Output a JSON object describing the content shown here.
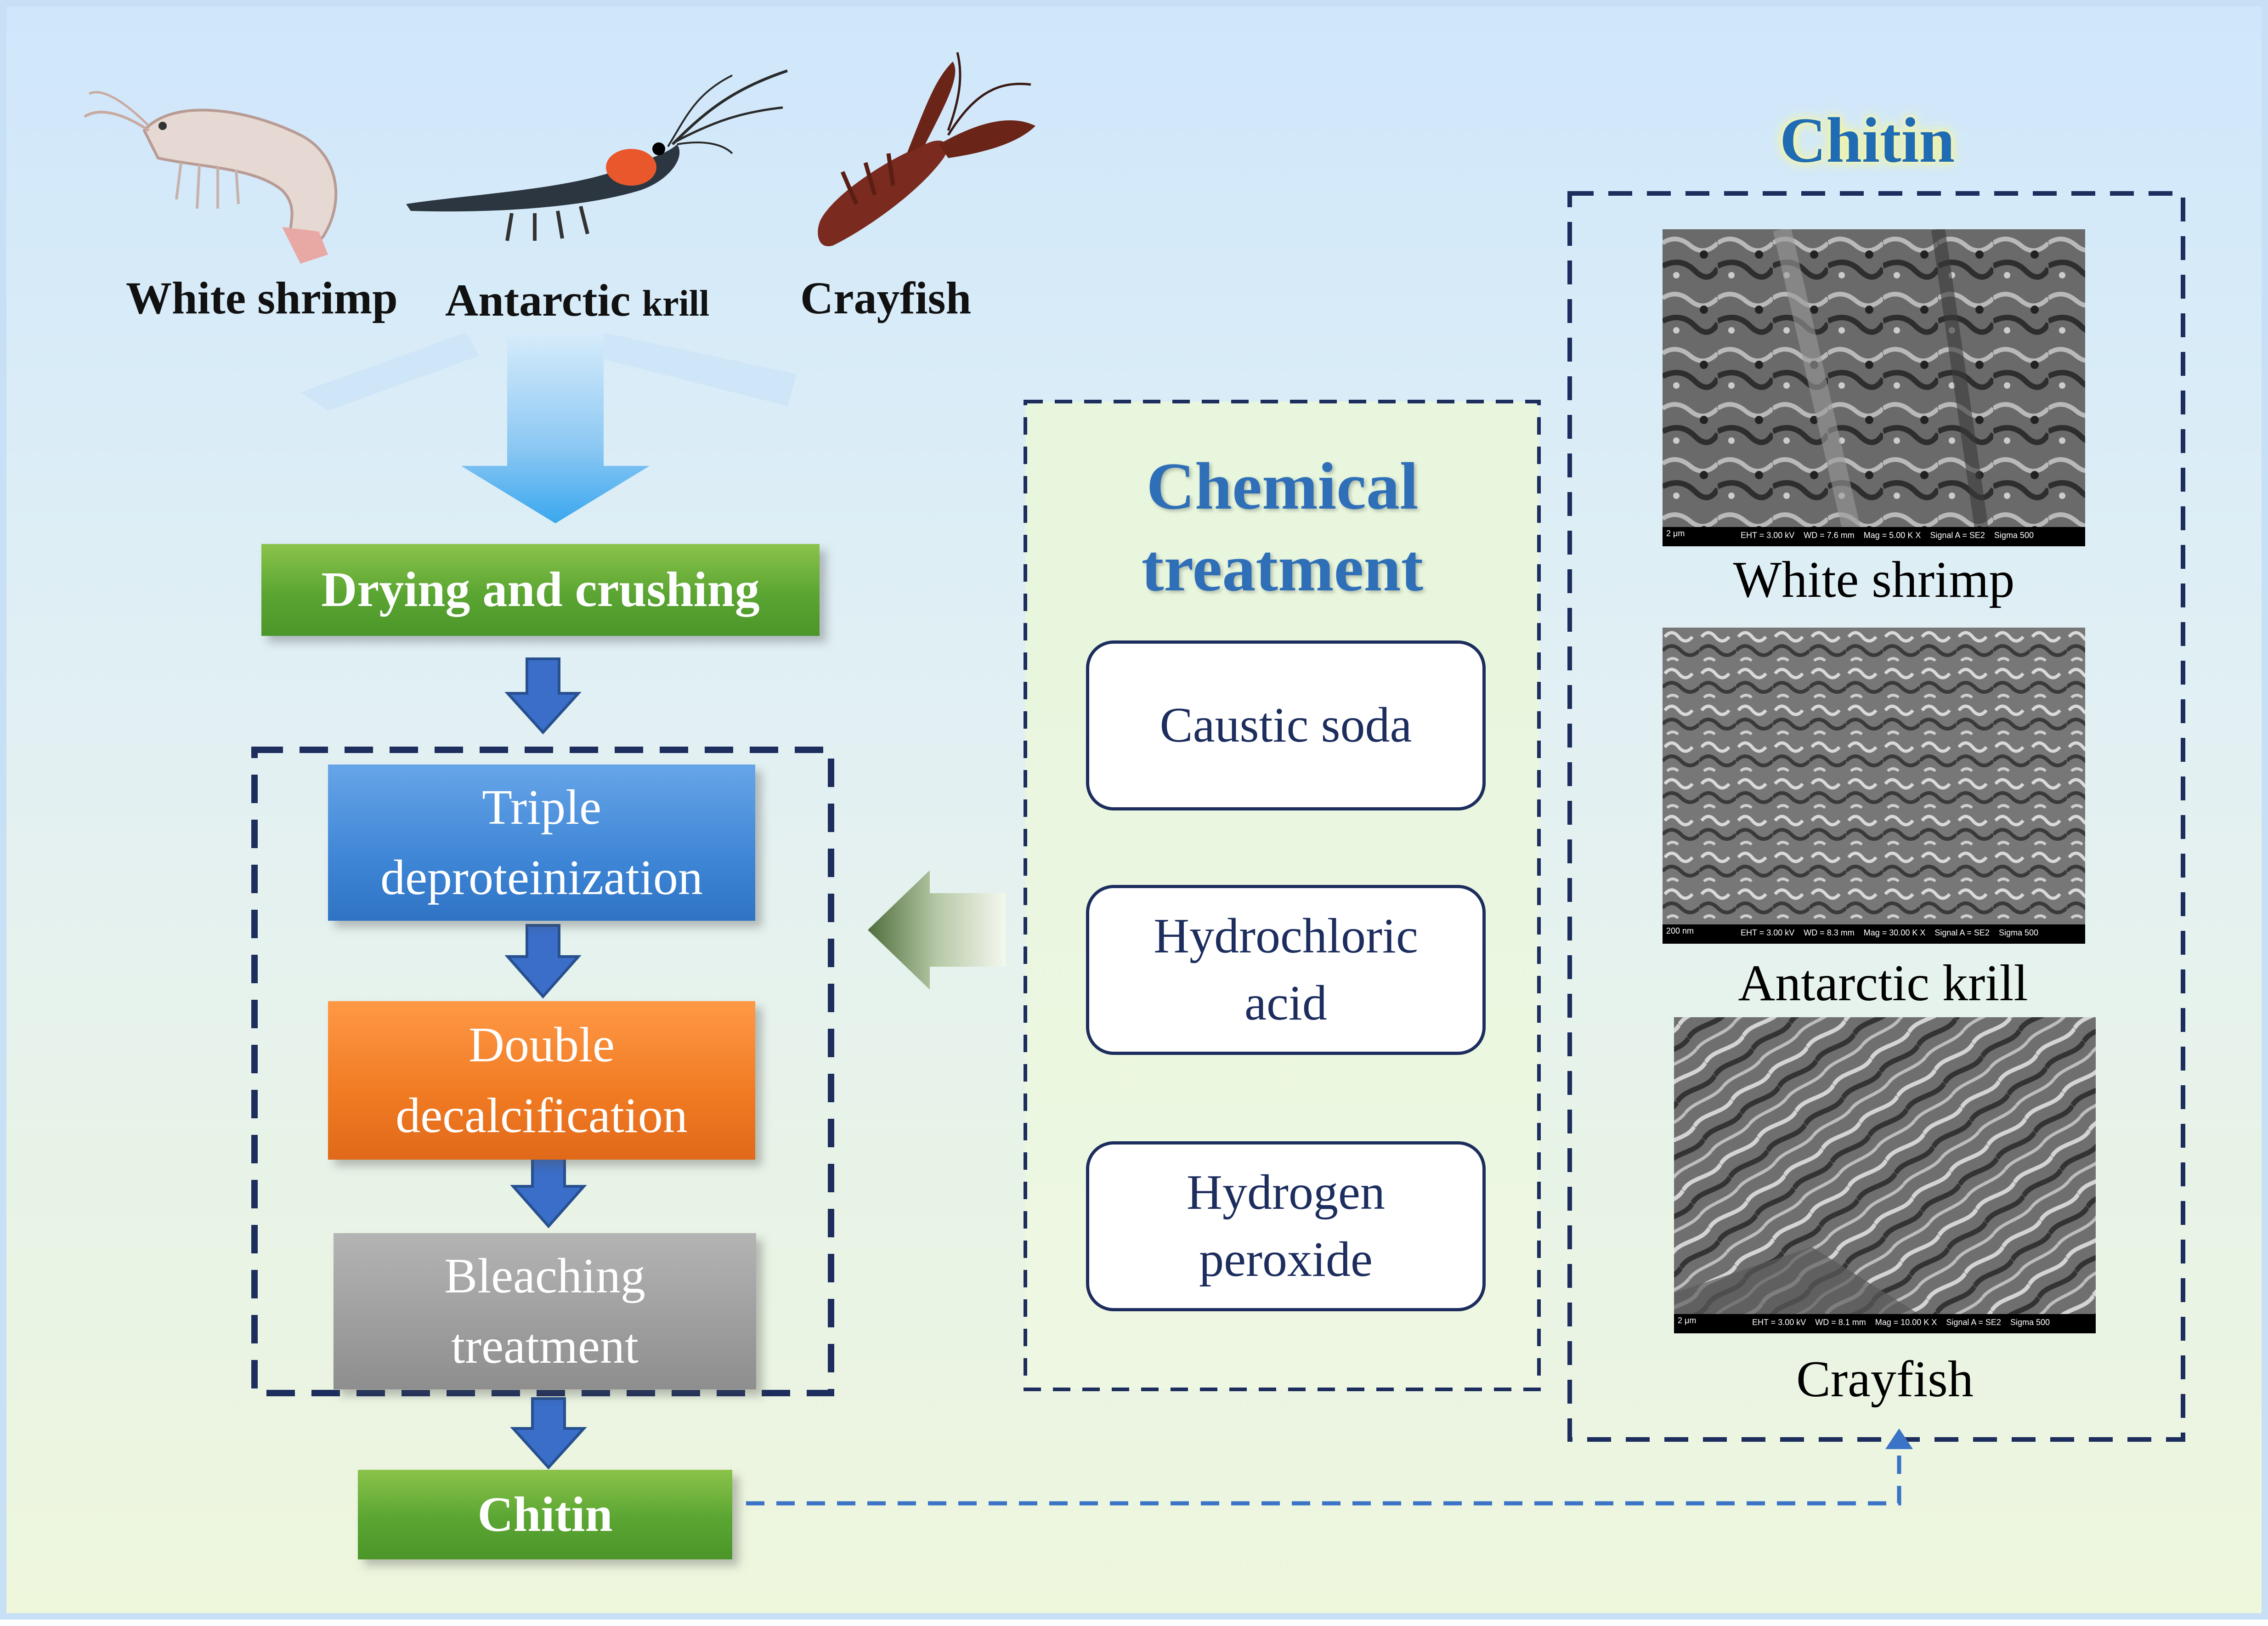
{
  "species": [
    {
      "label": "White shrimp",
      "label_small": "",
      "icon": "white-shrimp-photo"
    },
    {
      "label": "Antarctic ",
      "label_small": "krill",
      "icon": "antarctic-krill-photo"
    },
    {
      "label": "Crayfish",
      "label_small": "",
      "icon": "crayfish-photo"
    }
  ],
  "process": {
    "drying": "Drying and crushing",
    "steps": [
      {
        "line1": "Triple",
        "line2": "deproteinization"
      },
      {
        "line1": "Double",
        "line2": "decalcification"
      },
      {
        "line1": "Bleaching",
        "line2": "treatment"
      }
    ],
    "product": "Chitin"
  },
  "chemical": {
    "title_line1": "Chemical",
    "title_line2": "treatment",
    "reagents": [
      {
        "line1": "Caustic soda",
        "line2": ""
      },
      {
        "line1": "Hydrochloric",
        "line2": "acid"
      },
      {
        "line1": "Hydrogen",
        "line2": "peroxide"
      }
    ]
  },
  "sem_panel": {
    "title": "Chitin",
    "images": [
      {
        "label": "White shrimp",
        "caption": "EHT = 3.00 kV    WD = 7.6 mm    Mag = 5.00 K X    Signal A = SE2    Sigma 500",
        "scale": "2 μm"
      },
      {
        "label": "Antarctic krill",
        "caption": "EHT = 3.00 kV    WD = 8.3 mm    Mag = 30.00 K X    Signal A = SE2    Sigma 500",
        "scale": "200 nm"
      },
      {
        "label": "Crayfish",
        "caption": "EHT = 3.00 kV    WD = 8.1 mm    Mag = 10.00 K X    Signal A = SE2    Sigma 500",
        "scale": "2 μm"
      }
    ]
  },
  "colors": {
    "green": "#5aa532",
    "blue": "#3f86d6",
    "orange": "#f07a22",
    "gray": "#9d9d9d",
    "dash": "#1c2d5e",
    "title_blue": "#2f6fb8"
  }
}
